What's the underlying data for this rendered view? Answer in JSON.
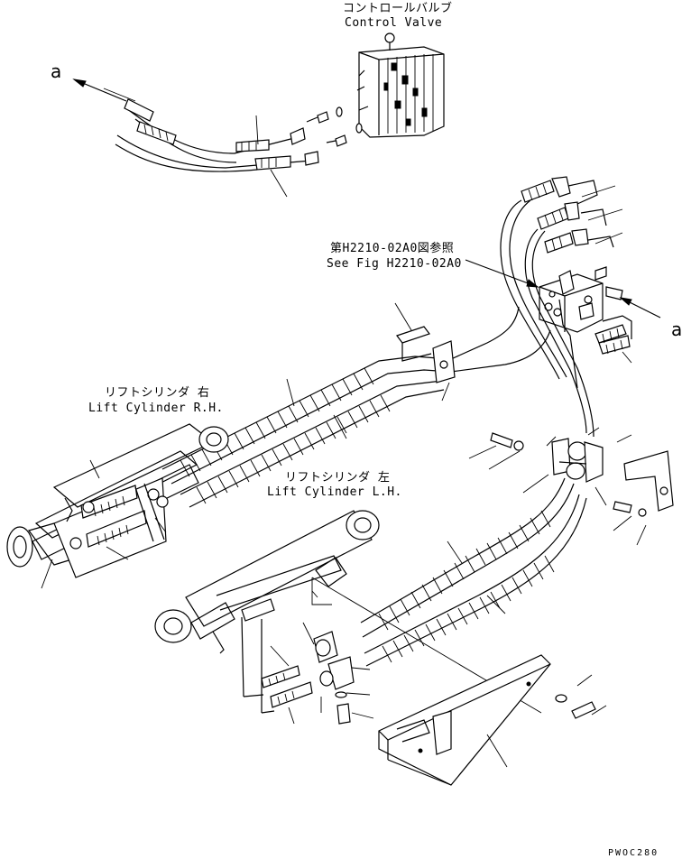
{
  "labels": {
    "control_valve_jp": "コントロールバルブ",
    "control_valve_en": "Control Valve",
    "see_fig_jp": "第H2210-02A0図参照",
    "see_fig_en": "See Fig H2210-02A0",
    "lift_cyl_rh_jp": "リフトシリンダ 右",
    "lift_cyl_rh_en": "Lift Cylinder R.H.",
    "lift_cyl_lh_jp": "リフトシリンダ 左",
    "lift_cyl_lh_en": "Lift Cylinder L.H.",
    "ref_a_left": "a",
    "ref_a_right": "a",
    "drawing_code": "PWOC280"
  }
}
